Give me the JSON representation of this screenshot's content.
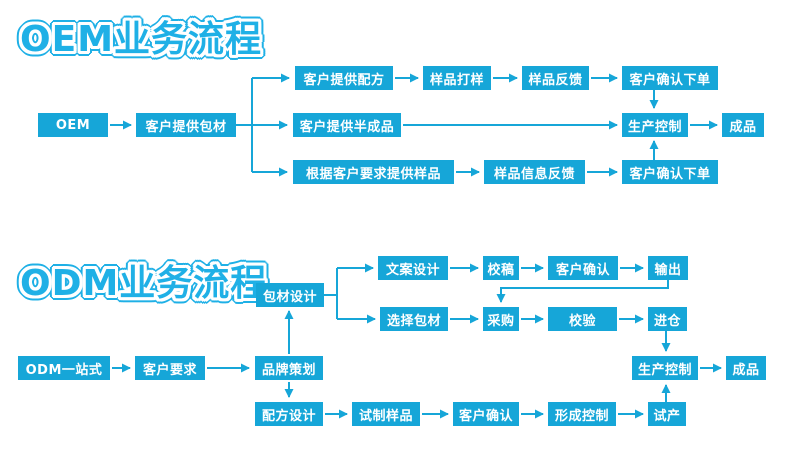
{
  "page": {
    "background": "#ffffff",
    "accent": "#16a6d8",
    "title_color": "#1fb0e6"
  },
  "oem": {
    "title": "OEM业务流程",
    "nodes": {
      "start": "OEM",
      "provide_packaging": "客户提供包材",
      "provide_formula": "客户提供配方",
      "sample_proofing": "样品打样",
      "sample_feedback": "样品反馈",
      "confirm_order_top": "客户确认下单",
      "provide_semi_finished": "客户提供半成品",
      "production_control": "生产控制",
      "finished_product": "成品",
      "samples_per_request": "根据客户要求提供样品",
      "sample_info_feedback": "样品信息反馈",
      "confirm_order_bottom": "客户确认下单"
    }
  },
  "odm": {
    "title": "ODM业务流程",
    "nodes": {
      "start": "ODM一站式",
      "customer_requirement": "客户要求",
      "brand_planning": "品牌策划",
      "packaging_design": "包材设计",
      "copy_design": "文案设计",
      "proofreading": "校稿",
      "customer_confirm_top": "客户确认",
      "output": "输出",
      "select_packaging": "选择包材",
      "purchasing": "采购",
      "verification": "校验",
      "warehousing": "进仓",
      "production_control": "生产控制",
      "finished_product": "成品",
      "formula_design": "配方设计",
      "trial_sample": "试制样品",
      "customer_confirm_bottom": "客户确认",
      "forming_control": "形成控制",
      "trial_production": "试产"
    }
  }
}
